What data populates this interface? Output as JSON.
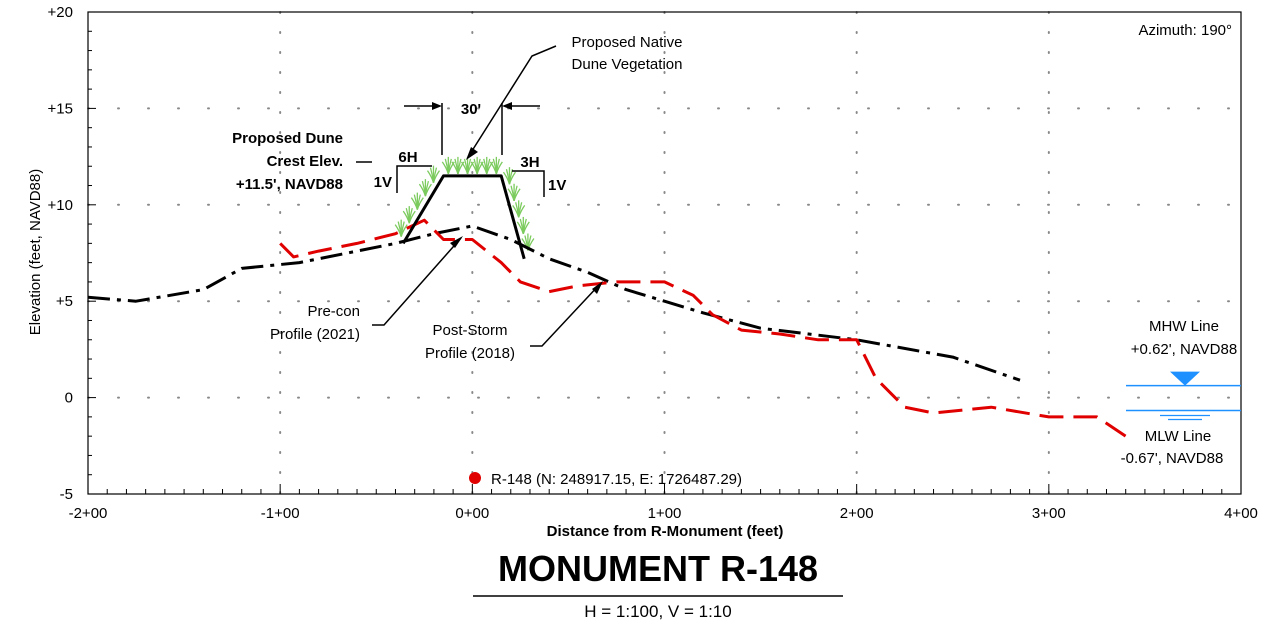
{
  "chart_data": {
    "type": "line",
    "xlabel": "Distance from R-Monument (feet)",
    "ylabel": "Elevation (feet, NAVD88)",
    "xlim": [
      -200,
      400
    ],
    "ylim": [
      -5,
      20
    ],
    "x_tick_values": [
      -200,
      -100,
      0,
      100,
      200,
      300,
      400
    ],
    "x_tick_labels": [
      "-2+00",
      "-1+00",
      "0+00",
      "1+00",
      "2+00",
      "3+00",
      "4+00"
    ],
    "y_tick_values": [
      -5,
      0,
      5,
      10,
      15,
      20
    ],
    "y_tick_labels": [
      "-5",
      "0",
      "+5",
      "+10",
      "+15",
      "+20"
    ],
    "grid": "dotted",
    "series": [
      {
        "name": "Pre-con Profile (2021)",
        "color": "#000000",
        "style": "dash-dot",
        "x": [
          -200,
          -175,
          -140,
          -120,
          -90,
          -60,
          -40,
          -20,
          0,
          20,
          40,
          60,
          80,
          100,
          120,
          150,
          200,
          250,
          285
        ],
        "y": [
          5.2,
          5.0,
          5.6,
          6.7,
          7.0,
          7.6,
          8.0,
          8.5,
          8.9,
          8.2,
          7.2,
          6.5,
          5.6,
          5.0,
          4.4,
          3.6,
          3.0,
          2.1,
          0.9
        ]
      },
      {
        "name": "Post-Storm Profile (2018)",
        "color": "#e00000",
        "style": "dashed",
        "x": [
          -100,
          -93,
          -80,
          -60,
          -40,
          -25,
          -15,
          0,
          15,
          25,
          40,
          55,
          75,
          100,
          115,
          125,
          140,
          160,
          180,
          200,
          210,
          225,
          240,
          270,
          300,
          325,
          340
        ],
        "y": [
          8.0,
          7.3,
          7.6,
          8.0,
          8.5,
          9.2,
          8.2,
          8.2,
          7.0,
          6.0,
          5.5,
          5.8,
          6.0,
          6.0,
          5.3,
          4.3,
          3.5,
          3.3,
          3.0,
          3.0,
          1.0,
          -0.5,
          -0.8,
          -0.5,
          -1.0,
          -1.0,
          -2.0
        ]
      },
      {
        "name": "Proposed Dune",
        "color": "#000000",
        "style": "solid",
        "x": [
          -36,
          -15,
          15,
          27
        ],
        "y": [
          8.0,
          11.5,
          11.5,
          7.2
        ]
      }
    ],
    "water_levels": [
      {
        "label": "MHW Line",
        "value_text": "+0.62', NAVD88",
        "elevation": 0.62,
        "color": "#1e90ff"
      },
      {
        "label": "MLW Line",
        "value_text": "-0.67', NAVD88",
        "elevation": -0.67,
        "color": "#1e90ff"
      }
    ],
    "monument": {
      "label": "R-148 (N: 248917.15, E: 1726487.29)",
      "color": "#e00000"
    },
    "annotations": {
      "azimuth": "Azimuth: 190°",
      "vegetation_line1": "Proposed Native",
      "vegetation_line2": "Dune Vegetation",
      "crest_width": "30'",
      "crest_line1": "Proposed Dune",
      "crest_line2": "Crest Elev.",
      "crest_line3": "+11.5', NAVD88",
      "slope_left_h": "6H",
      "slope_left_v": "1V",
      "slope_right_h": "3H",
      "slope_right_v": "1V",
      "precon_line1": "Pre-con",
      "precon_line2": "Profile (2021)",
      "poststorm_line1": "Post-Storm",
      "poststorm_line2": "Profile (2018)"
    },
    "title": "MONUMENT R-148",
    "subtitle": "H = 1:100, V = 1:10"
  }
}
